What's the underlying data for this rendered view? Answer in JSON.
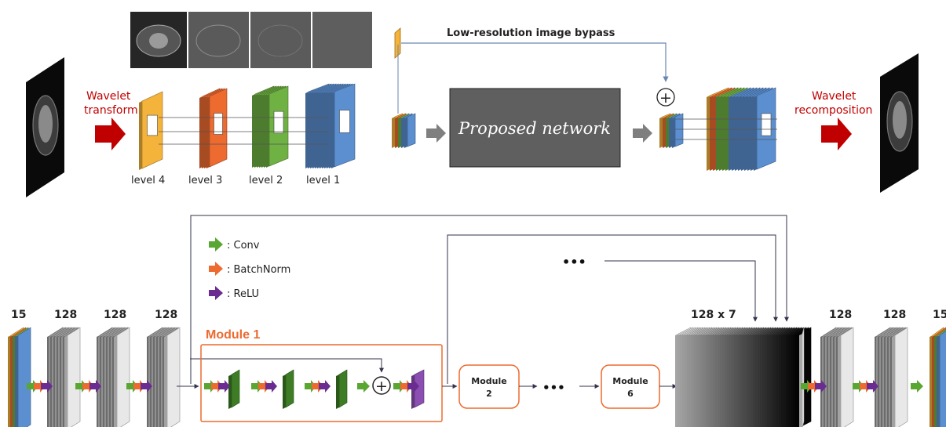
{
  "top": {
    "bypass_label": "Low-resolution image bypass",
    "wavelet_transform": [
      "Wavelet",
      "transform"
    ],
    "wavelet_recomposition": [
      "Wavelet",
      "recomposition"
    ],
    "proposed_network": "Proposed network",
    "levels": [
      "level 4",
      "level 3",
      "level 2",
      "level 1"
    ],
    "plus_symbol": "+"
  },
  "legend": [
    {
      "label": ": Conv",
      "color": "#5aa632"
    },
    {
      "label": ": BatchNorm",
      "color": "#ee6b30"
    },
    {
      "label": ": ReLU",
      "color": "#6a2c91"
    }
  ],
  "bottom": {
    "channel_labels": [
      "15",
      "128",
      "128",
      "128",
      "128 x 7",
      "128",
      "128",
      "15"
    ],
    "module1_title": "Module 1",
    "module2": [
      "Module",
      "2"
    ],
    "module6": [
      "Module",
      "6"
    ],
    "ellipsis": "•••",
    "plus_symbol": "+"
  },
  "colors": {
    "level4": "#f4b33a",
    "level3": "#ee6b30",
    "level2": "#6fb143",
    "level1": "#5b8fd0",
    "network_box": "#5f5f5f",
    "module_border": "#ed6a2f",
    "wavelet_red": "#c00000",
    "arrow_gray": "#7f7f7f"
  }
}
